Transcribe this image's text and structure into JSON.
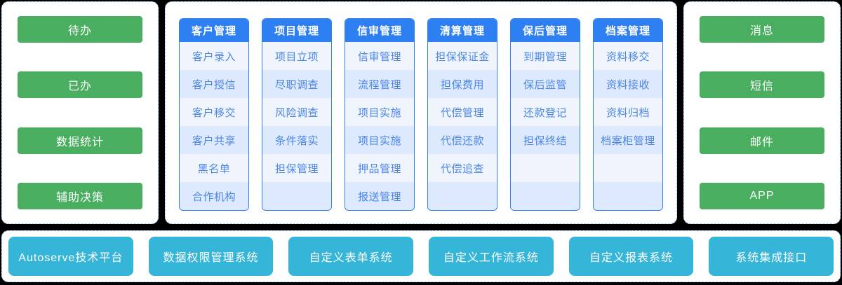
{
  "left_panel": {
    "items": [
      "待办",
      "已办",
      "数据统计",
      "辅助决策"
    ]
  },
  "modules": [
    {
      "title": "客户管理",
      "items": [
        "客户录入",
        "客户授信",
        "客户移交",
        "客户共享",
        "黑名单",
        "合作机构"
      ]
    },
    {
      "title": "项目管理",
      "items": [
        "项目立项",
        "尽职调查",
        "风险调查",
        "条件落实",
        "担保管理"
      ]
    },
    {
      "title": "信审管理",
      "items": [
        "信审管理",
        "流程管理",
        "项目实施",
        "项目实施",
        "押品管理",
        "报送管理"
      ]
    },
    {
      "title": "清算管理",
      "items": [
        "担保保证金",
        "担保费用",
        "代偿管理",
        "代偿还款",
        "代偿追查"
      ]
    },
    {
      "title": "保后管理",
      "items": [
        "到期管理",
        "保后监管",
        "还款登记",
        "担保终结"
      ]
    },
    {
      "title": "档案管理",
      "items": [
        "资料移交",
        "资料接收",
        "资料归档",
        "档案柜管理"
      ]
    }
  ],
  "right_panel": {
    "items": [
      "消息",
      "短信",
      "邮件",
      "APP"
    ]
  },
  "bottom_bar": {
    "items": [
      "Autoserve技术平台",
      "数据权限管理系统",
      "自定义表单系统",
      "自定义工作流系统",
      "自定义报表系统",
      "系统集成接口"
    ]
  },
  "colors": {
    "accent_blue": "#2e7ff2",
    "item_text_blue": "#4a85e8",
    "row_light": "#eff4fd",
    "row_dark": "#dde9fc",
    "button_green": "#4aae60",
    "button_cyan": "#35b6d9",
    "panel_dashed_border": "#a9c7f3",
    "background": "#000000"
  },
  "slots_per_module": 6
}
